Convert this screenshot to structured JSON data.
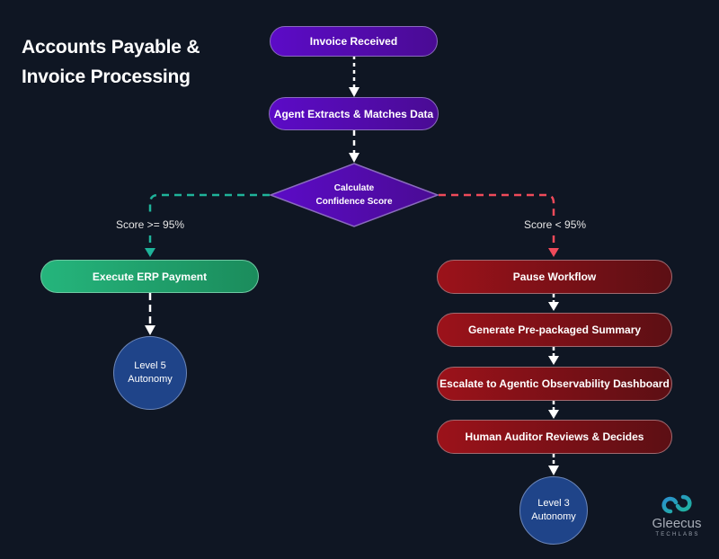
{
  "title": {
    "line1": "Accounts Payable &",
    "line2": "Invoice Processing"
  },
  "nodes": {
    "invoice_received": "Invoice Received",
    "agent_extracts": "Agent Extracts & Matches Data",
    "decision": {
      "line1": "Calculate",
      "line2": "Confidence Score"
    },
    "execute_payment": "Execute ERP Payment",
    "level5": {
      "line1": "Level 5",
      "line2": "Autonomy"
    },
    "pause_workflow": "Pause Workflow",
    "generate_summary": "Generate Pre-packaged Summary",
    "escalate": "Escalate to Agentic Observability Dashboard",
    "human_auditor": "Human Auditor Reviews & Decides",
    "level3": {
      "line1": "Level 3",
      "line2": "Autonomy"
    }
  },
  "conditions": {
    "high": "Score >= 95%",
    "low": "Score < 95%"
  },
  "colors": {
    "background": "#0f1623",
    "purple": "#5c0bc7",
    "green": "#25b57c",
    "red": "#9c121a",
    "blue": "#1f4489",
    "teal_path": "#1fb39a",
    "red_path": "#ef4a5a",
    "white_path": "#ffffff"
  },
  "logo": {
    "name": "Gleecus",
    "tagline": "TECHLABS"
  }
}
